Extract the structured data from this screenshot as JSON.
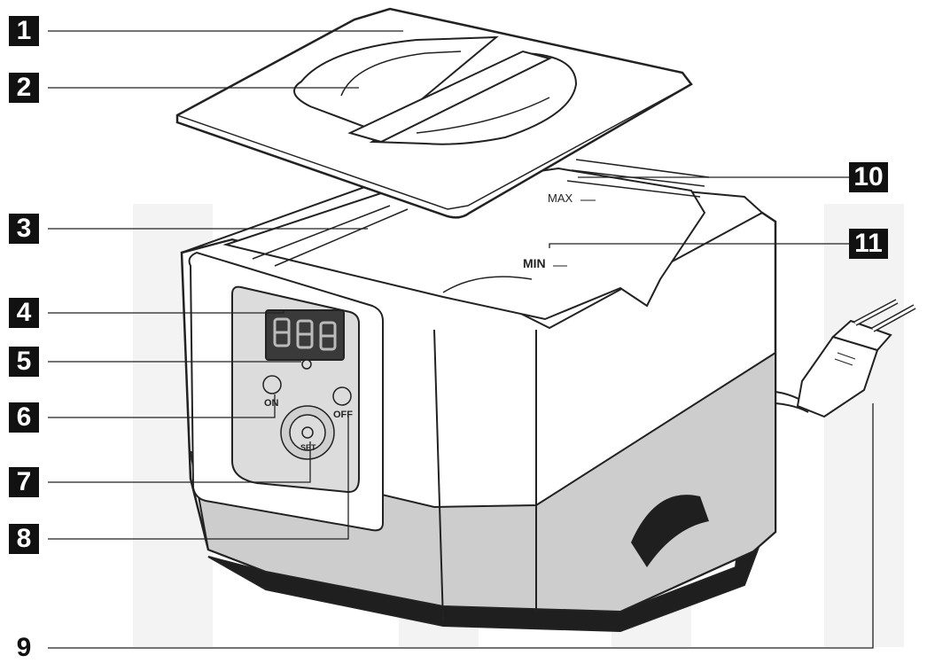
{
  "callouts": [
    "1",
    "2",
    "3",
    "4",
    "5",
    "6",
    "7",
    "8",
    "9",
    "10",
    "11"
  ],
  "panel": {
    "on_label": "ON",
    "off_label": "OFF",
    "set_label": "SET"
  },
  "tank": {
    "max_label": "MAX",
    "min_label": "MIN"
  },
  "colors": {
    "outline": "#222222",
    "body": "#ffffff",
    "band": "#cdcdcd",
    "base": "#1f1f1f",
    "panel": "#dcdcdc",
    "display": "#3a3a3a",
    "watermark": "#f2f2f2"
  }
}
